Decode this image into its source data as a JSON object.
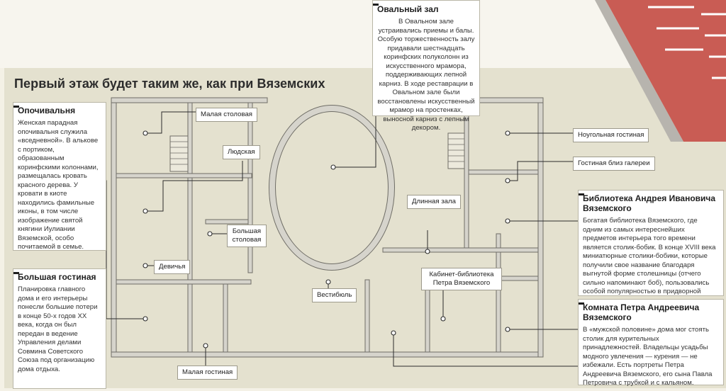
{
  "title": "Первый этаж будет таким же, как при Вяземских",
  "infoboxes": {
    "oval_hall": {
      "title": "Овальный зал",
      "text": "В Овальном зале устраивались приемы и балы. Особую торжественность залу придавали шестнадцать коринфских полуколонн из искусственного мрамора, поддерживающих лепной карниз. В ходе реставрации в Овальном зале были восстановлены искусственный мрамор на простенках, выносной карниз с лепным декором."
    },
    "bedroom": {
      "title": "Опочивальня",
      "text": "Женская парадная опочивальня служила «вседневной». В алькове с портиком, образованным коринфскими колоннами, размещалась кровать красного дерева. У кровати в киоте находились фамильные иконы, в том числе изображение святой княгини Иулиании Вяземской, особо почитаемой в семье."
    },
    "big_living": {
      "title": "Большая гостиная",
      "text": "Планировка главного дома и его интерьеры понесли большие потери в конце 50-х годов XX века, когда он был передан в ведение Управления делами Совмина Советского Союза под организацию дома отдыха."
    },
    "library": {
      "title": "Библиотека Андрея Ивановича Вяземского",
      "text": "Богатая библиотека Вяземского, где одним из самых интереснейших предметов интерьера того времени является столик-бобик. В конце XVIII века миниатюрные столики-бобики, которые получили свое название благодаря выгнутой форме столешницы (отчего сильно напоминают боб), пользовались особой популярностью в придворной среде."
    },
    "room_petr": {
      "title": "Комната Петра Андреевича Вяземского",
      "text": "В «мужской половине» дома мог стоять столик для курительных принадлежностей. Владельцы усадьбы модного увлечения — курения — не избежали. Есть портреты Петра Андреевича Вяземского, его сына Павла Петровича с трубкой и с кальяном."
    }
  },
  "labels": {
    "small_dining": "Малая столовая",
    "servants": "Людская",
    "big_dining": "Большая столовая",
    "maids": "Девичья",
    "small_living": "Малая гостиная",
    "vestibule": "Вестибюль",
    "long_hall": "Длинная зала",
    "cabinet_library": "Кабинет-библиотека Петра Вяземского",
    "corner_living": "Ноугольная гостиная",
    "gallery_living": "Гостиная близ галереи"
  },
  "colors": {
    "panel": "#e4e1cf",
    "wall_fill": "#d6d4cc",
    "wall_stroke": "#6f6d66",
    "leader": "#2b2b2b",
    "facade": "#c95c54"
  }
}
